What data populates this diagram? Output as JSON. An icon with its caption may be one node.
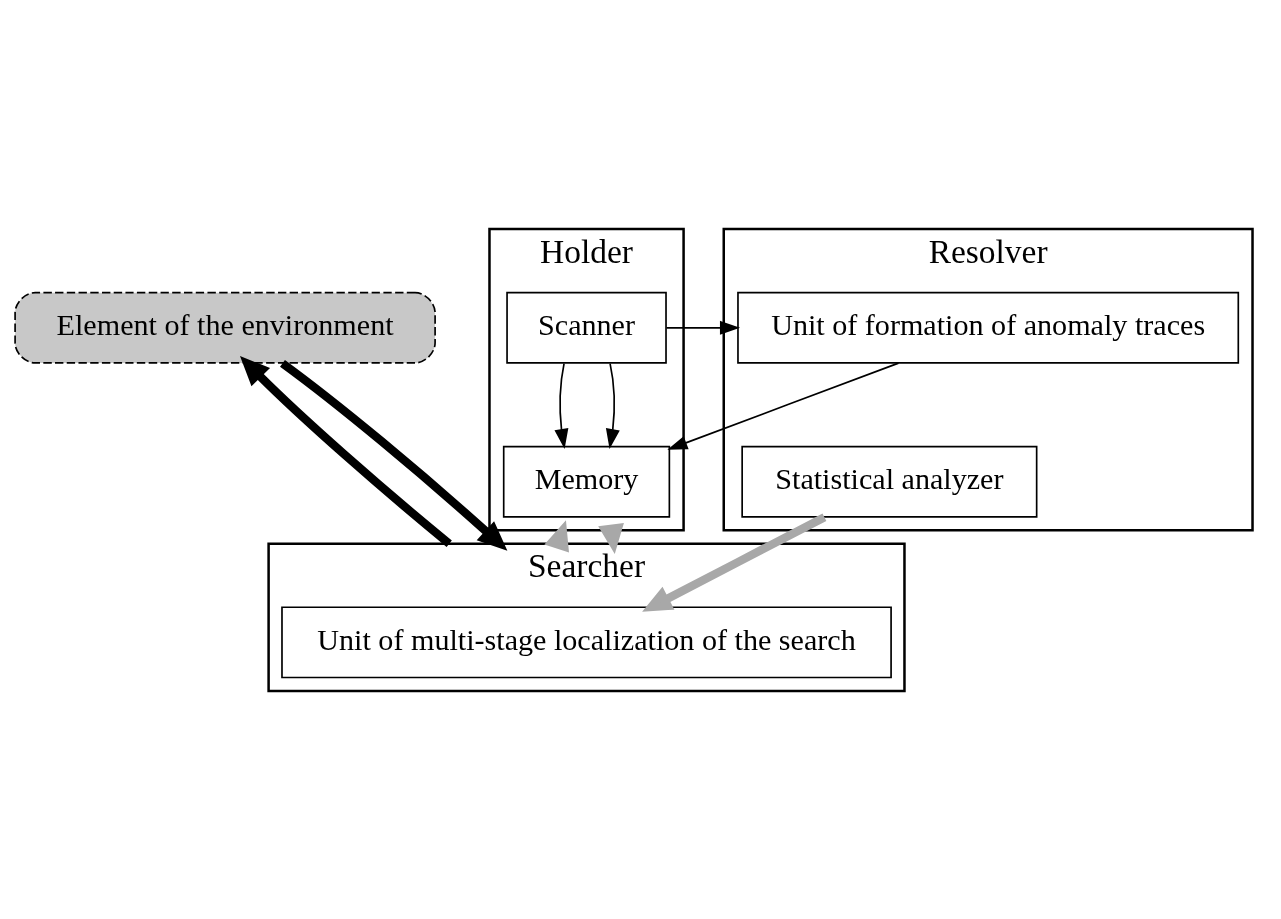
{
  "diagram": {
    "nodes": [
      {
        "text": [
          "Element of the environment"
        ]
      },
      {
        "text": [
          "Holder"
        ]
      },
      {
        "text": [
          "Scanner"
        ],
        "in": 1
      },
      {
        "text": [
          "Memory"
        ],
        "in": 1
      },
      {
        "text": [
          "Resolver"
        ]
      },
      {
        "text": [
          "Unit of formation of anomaly traces"
        ],
        "in": 4
      },
      {
        "text": [
          "Statistical analyzer"
        ],
        "in": 4
      },
      {
        "text": [
          "Searcher"
        ]
      },
      {
        "text": [
          "Unit of multi-stage localization of the search"
        ],
        "in": 7
      }
    ],
    "edges": [
      {
        "from": 7,
        "to": 0,
        "arrow": "to",
        "style": "thick"
      },
      {
        "from": 0,
        "to": 7,
        "arrow": "to",
        "style": "thick"
      },
      {
        "from": 2,
        "to": 3,
        "arrow": "to"
      },
      {
        "from": 2,
        "to": 3,
        "arrow": "to"
      },
      {
        "from": 2,
        "to": 5,
        "arrow": "to"
      },
      {
        "from": 5,
        "to": 3,
        "arrow": "to"
      },
      {
        "from": 7,
        "to": 1,
        "arrow": "to",
        "style": "thick",
        "color": "#a8a8a8"
      },
      {
        "from": 1,
        "to": 7,
        "arrow": "to",
        "style": "thick",
        "color": "#a8a8a8"
      },
      {
        "from": 6,
        "to": 8,
        "arrow": "to",
        "style": "thick",
        "color": "#a8a8a8"
      }
    ]
  }
}
